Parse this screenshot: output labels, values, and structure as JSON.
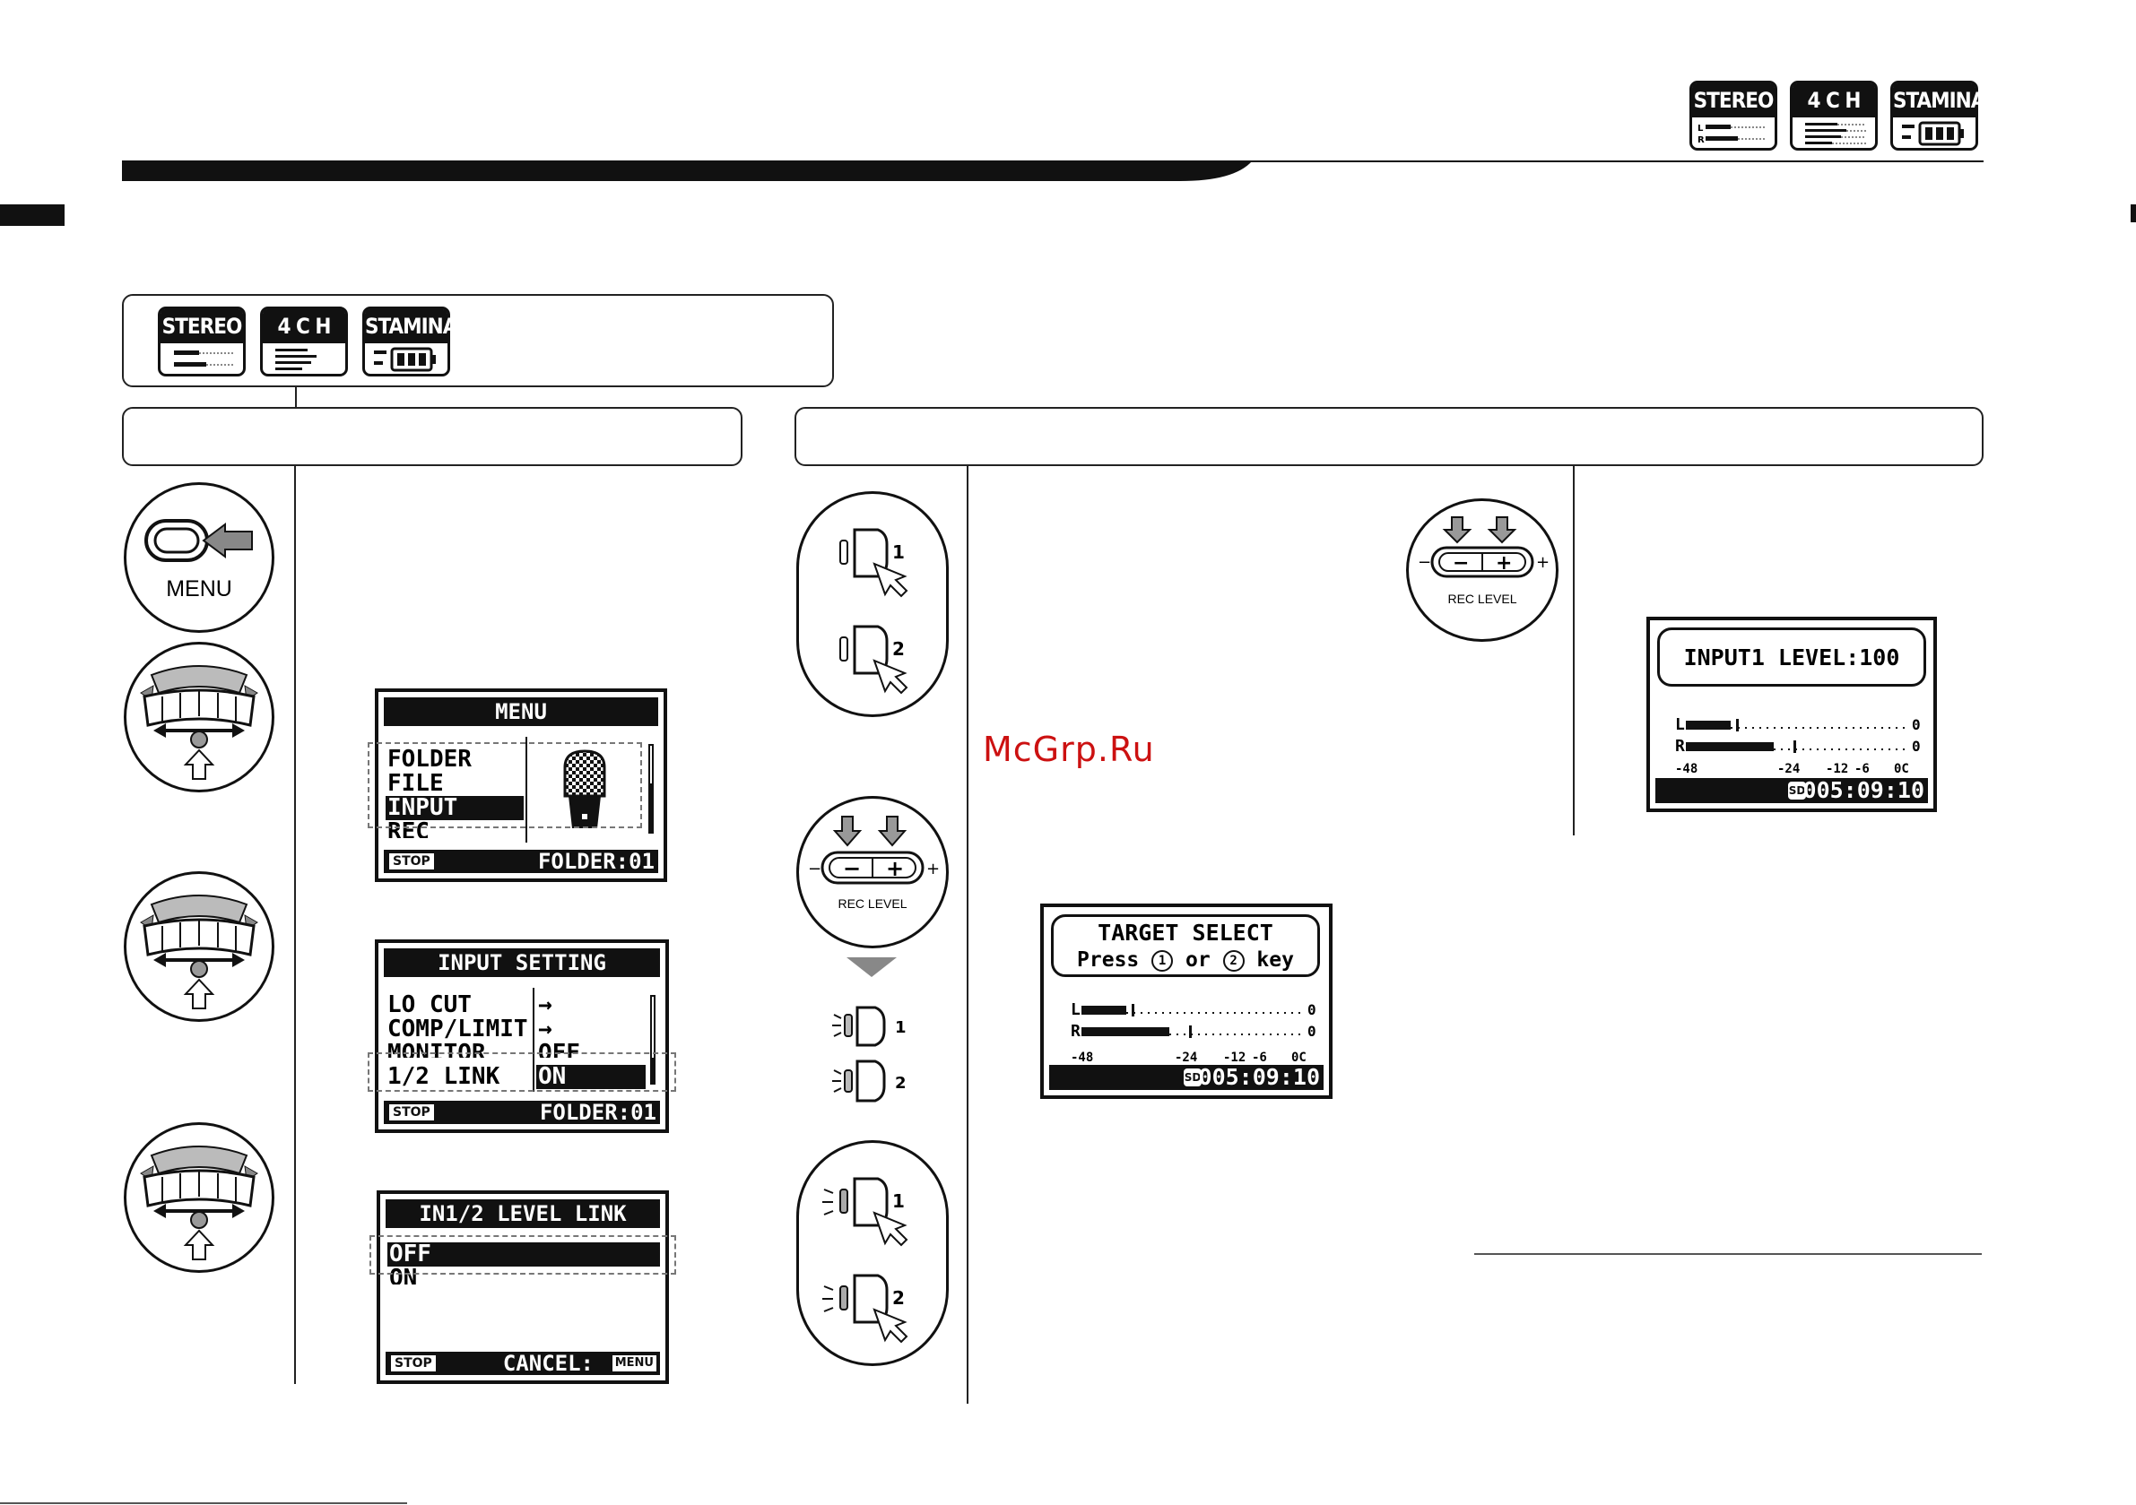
{
  "modes": [
    "STEREO",
    "4 C H",
    "STAMINA"
  ],
  "meter": {
    "l": "L",
    "r": "R",
    "one": "1",
    "two": "2",
    "zero": "0"
  },
  "menu_screen": {
    "title": "MENU",
    "items": [
      "FOLDER",
      "FILE",
      "INPUT",
      "REC"
    ],
    "selected_index": 2,
    "stop": "STOP",
    "footer": "FOLDER:01"
  },
  "input_setting_screen": {
    "title": "INPUT SETTING",
    "rows": [
      {
        "label": "LO CUT",
        "value": "→"
      },
      {
        "label": "COMP/LIMIT",
        "value": "→"
      },
      {
        "label": "MONITOR",
        "value": "OFF"
      },
      {
        "label": "1/2 LINK",
        "value": "ON"
      }
    ],
    "stop": "STOP",
    "footer": "FOLDER:01"
  },
  "link_screen": {
    "title": "IN1/2 LEVEL LINK",
    "options": [
      "OFF",
      "ON"
    ],
    "stop": "STOP",
    "footer_prefix": "CANCEL:",
    "footer_key": "MENU"
  },
  "target_screen": {
    "line1": "TARGET SELECT",
    "line2_a": "Press",
    "key1": "1",
    "line2_b": "or",
    "key2": "2",
    "line2_c": "key",
    "scale": [
      "-48",
      "-24",
      "-12",
      "-6",
      "0C"
    ],
    "sd": "SD",
    "time": "005:09:10"
  },
  "level_screen": {
    "title": "INPUT1 LEVEL:100",
    "scale": [
      "-48",
      "-24",
      "-12",
      "-6",
      "0C"
    ],
    "sd": "SD",
    "time": "005:09:10"
  },
  "controls": {
    "menu_label": "MENU",
    "rec_level_label": "REC LEVEL",
    "minus": "−",
    "plus": "+",
    "btn1": "1",
    "btn2": "2"
  },
  "watermark": "McGrp.Ru"
}
